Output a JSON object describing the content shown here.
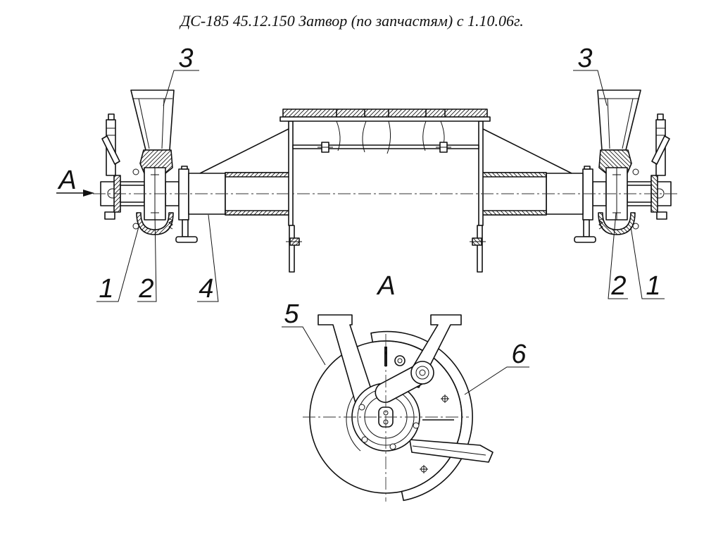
{
  "title": "ДС-185 45.12.150 Затвор (по запчастям) с 1.10.06г.",
  "views": {
    "front": {
      "view_arrow": "А",
      "callouts": {
        "part3_left": "3",
        "part3_right": "3",
        "part1_left": "1",
        "part2_left": "2",
        "part4": "4",
        "part2_right": "2",
        "part1_right": "1"
      }
    },
    "view_a": {
      "label": "А",
      "callouts": {
        "part5": "5",
        "part6": "6"
      }
    }
  },
  "colors": {
    "line": "#111111",
    "background": "#ffffff"
  }
}
